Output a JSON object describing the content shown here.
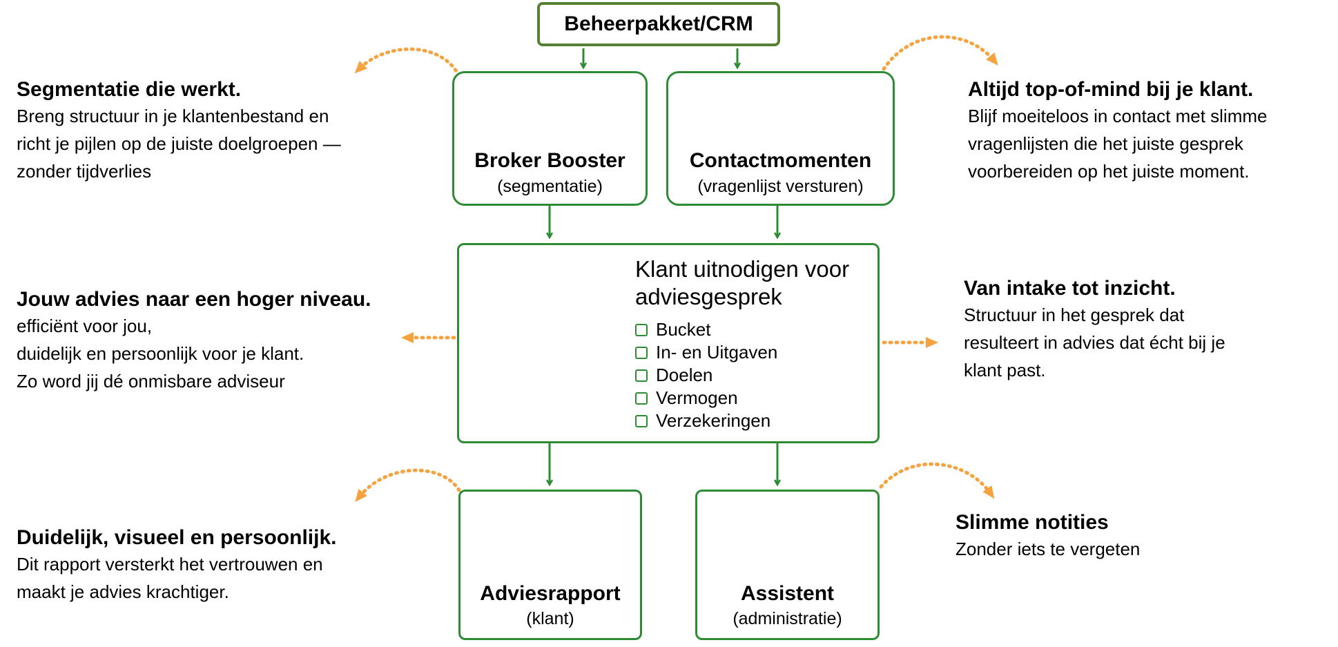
{
  "colors": {
    "green": "#2e8b35",
    "dark_green": "#548235",
    "orange": "#f4a340",
    "text": "#000000"
  },
  "top": {
    "label": "Beheerpakket/CRM"
  },
  "boxes": {
    "broker": {
      "title": "Broker Booster",
      "subtitle": "(segmentatie)",
      "icon": "bar-chart-people-icon"
    },
    "contact": {
      "title": "Contactmomenten",
      "subtitle": "(vragenlijst versturen)",
      "icon": "document-hand-icon"
    },
    "center": {
      "title_line1": "Klant uitnodigen voor",
      "title_line2": "adviesgesprek",
      "icons": [
        "chat-bubbles-icon",
        "table-chairs-icon"
      ],
      "checklist": [
        "Bucket",
        "In- en Uitgaven",
        "Doelen",
        "Vermogen",
        "Verzekeringen"
      ]
    },
    "rapport": {
      "title": "Adviesrapport",
      "subtitle": "(klant)",
      "icon": "lightbulb-book-icon"
    },
    "assistent": {
      "title": "Assistent",
      "subtitle": "(administratie)",
      "icon": "person-laptop-icon"
    }
  },
  "side_texts": {
    "segmentatie": {
      "heading": "Segmentatie die werkt.",
      "lines": [
        "Breng structuur in je klantenbestand en",
        "richt je pijlen op de juiste doelgroepen —",
        "zonder tijdverlies"
      ]
    },
    "topofmind": {
      "heading": "Altijd top-of-mind bij je klant.",
      "lines": [
        "Blijf moeiteloos in contact met slimme",
        "vragenlijsten die het juiste gesprek",
        "voorbereiden op het juiste moment."
      ]
    },
    "advies": {
      "heading": "Jouw advies naar een hoger niveau.",
      "lines": [
        "efficiënt voor jou,",
        "duidelijk en persoonlijk voor je klant.",
        "Zo word jij dé onmisbare adviseur"
      ]
    },
    "intake": {
      "heading": "Van intake tot inzicht.",
      "lines": [
        "Structuur in het gesprek dat",
        "resulteert in advies dat écht bij je",
        "klant past."
      ]
    },
    "duidelijk": {
      "heading": "Duidelijk, visueel en persoonlijk.",
      "lines": [
        "Dit rapport versterkt het vertrouwen en",
        "maakt je advies krachtiger."
      ]
    },
    "notities": {
      "heading": "Slimme notities",
      "lines": [
        "Zonder iets te vergeten"
      ]
    }
  }
}
